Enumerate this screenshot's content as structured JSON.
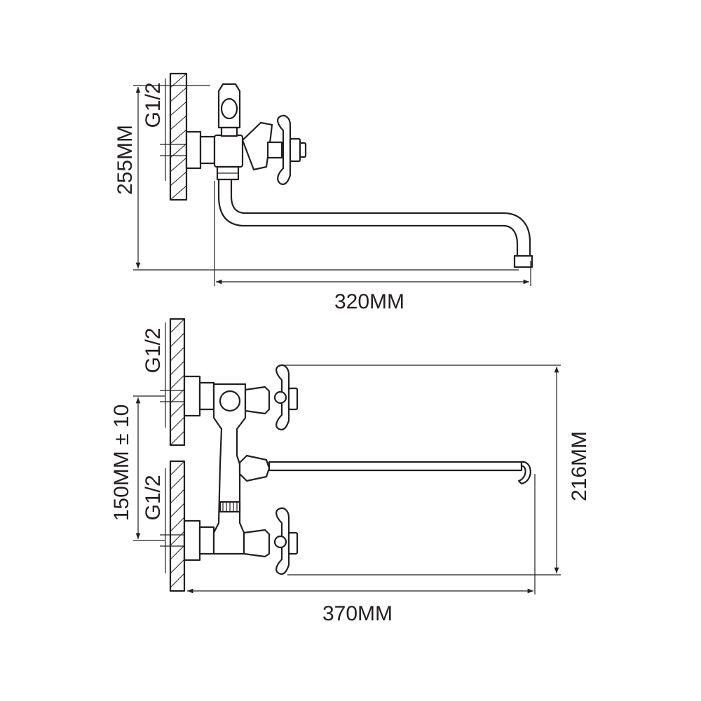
{
  "labels": {
    "top_height": "255MM",
    "top_thread": "G1/2",
    "top_reach": "320MM",
    "bottom_thread_upper": "G1/2",
    "bottom_thread_lower": "G1/2",
    "bottom_center_distance": "150MM ± 10",
    "bottom_height": "216MM",
    "bottom_reach": "370MM"
  },
  "colors": {
    "line": "#231f20",
    "background": "#ffffff"
  }
}
